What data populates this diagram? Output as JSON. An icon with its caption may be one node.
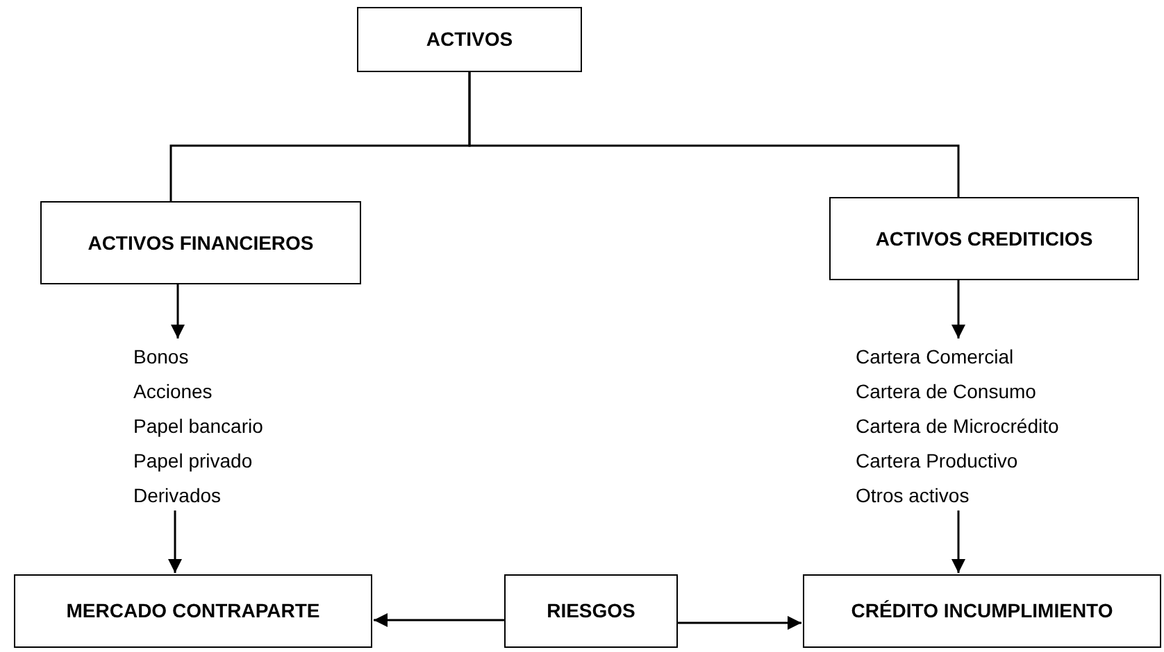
{
  "diagram": {
    "nodes": [
      {
        "text": [
          "ACTIVOS"
        ]
      },
      {
        "text": [
          "ACTIVOS FINANCIEROS"
        ]
      },
      {
        "text": [
          "ACTIVOS CREDITICIOS"
        ]
      },
      {
        "text": [
          "Bonos",
          "Acciones",
          "Papel bancario",
          "Papel privado",
          "Derivados"
        ]
      },
      {
        "text": [
          "Cartera Comercial",
          "Cartera de Consumo",
          "Cartera de Microcrédito",
          "Cartera Productivo",
          "Otros activos"
        ]
      },
      {
        "text": [
          "MERCADO CONTRAPARTE"
        ]
      },
      {
        "text": [
          "RIESGOS"
        ]
      },
      {
        "text": [
          "CRÉDITO INCUMPLIMIENTO"
        ]
      }
    ],
    "edges": [
      {
        "from": 0,
        "to": 1,
        "arrow": "none"
      },
      {
        "from": 0,
        "to": 2,
        "arrow": "none"
      },
      {
        "from": 1,
        "to": 3,
        "arrow": "to"
      },
      {
        "from": 3,
        "to": 5,
        "arrow": "to"
      },
      {
        "from": 2,
        "to": 4,
        "arrow": "to"
      },
      {
        "from": 4,
        "to": 7,
        "arrow": "to"
      },
      {
        "from": 6,
        "to": 5,
        "arrow": "to"
      },
      {
        "from": 6,
        "to": 7,
        "arrow": "to"
      }
    ]
  }
}
